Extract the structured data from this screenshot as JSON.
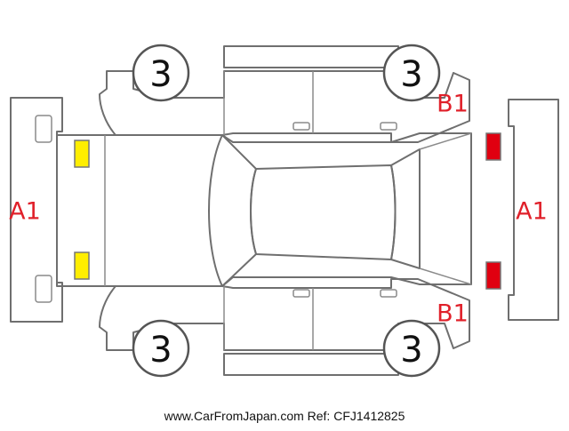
{
  "colors": {
    "outline": "#6f6f6f",
    "damage_text": "#e0202a",
    "marker_yellow": "#ffee00",
    "marker_red": "#e00010"
  },
  "condition_map": {
    "wheels": [
      {
        "position": "front-left",
        "grade": "3"
      },
      {
        "position": "rear-left",
        "grade": "3"
      },
      {
        "position": "front-right",
        "grade": "3"
      },
      {
        "position": "rear-right",
        "grade": "3"
      }
    ],
    "codes": [
      {
        "area": "front-bumper",
        "code": "A1"
      },
      {
        "area": "rear-bumper",
        "code": "A1"
      },
      {
        "area": "rear-left-quarter",
        "code": "B1"
      },
      {
        "area": "rear-right-quarter",
        "code": "B1"
      }
    ],
    "lights": [
      {
        "area": "front-upper",
        "color": "yellow"
      },
      {
        "area": "front-lower",
        "color": "yellow"
      },
      {
        "area": "rear-upper",
        "color": "red"
      },
      {
        "area": "rear-lower",
        "color": "red"
      }
    ]
  },
  "footer": {
    "watermark": "www.CarFromJapan.com Ref: CFJ1412825"
  }
}
